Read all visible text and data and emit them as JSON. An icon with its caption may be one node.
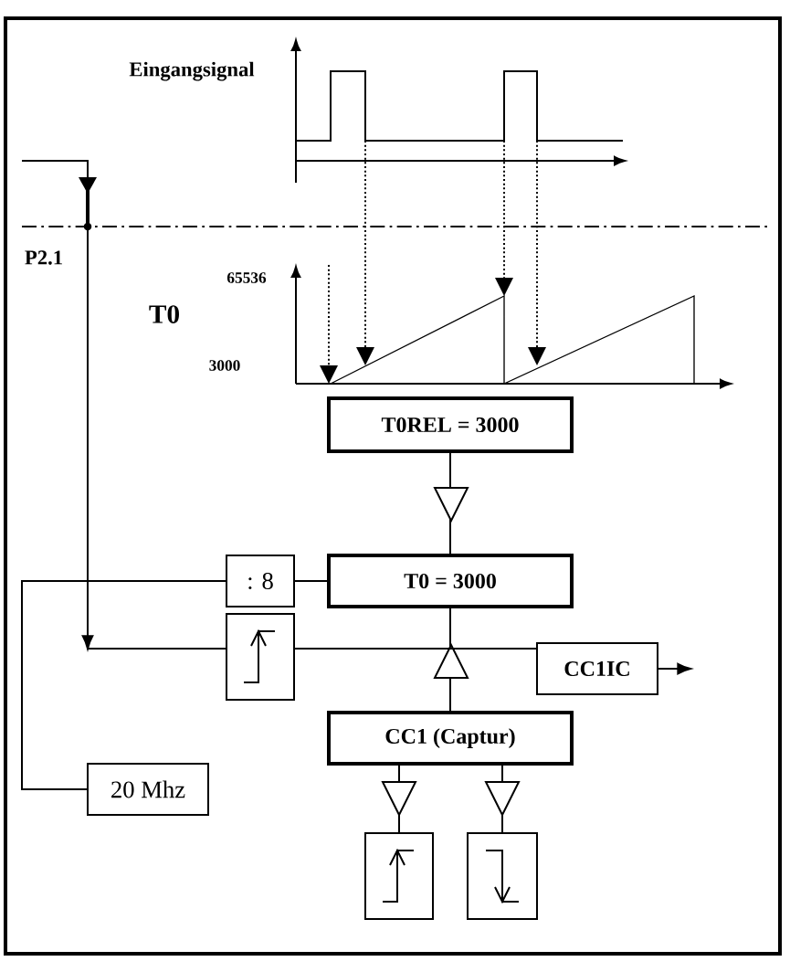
{
  "diagram": {
    "nodes": [
      {
        "text": [
          "T0REL = 3000"
        ]
      },
      {
        "text": [
          "T0 = 3000"
        ]
      },
      {
        "text": [
          ": 8"
        ]
      },
      {
        "text": [],
        "shape": "box"
      },
      {
        "text": [
          "CC1IC"
        ]
      },
      {
        "text": [
          "CC1 (Captur)"
        ]
      },
      {
        "text": [
          "20 Mhz"
        ]
      },
      {
        "text": [],
        "shape": "box"
      },
      {
        "text": [],
        "shape": "box"
      }
    ],
    "edges": [
      {
        "from": 0,
        "to": 1,
        "arrow": "to"
      },
      {
        "from": 5,
        "to": 1,
        "arrow": "to"
      },
      {
        "from": 5,
        "to": 7,
        "arrow": "to"
      },
      {
        "from": 5,
        "to": 8,
        "arrow": "to"
      },
      {
        "from": 2,
        "to": 1,
        "arrow": "none"
      },
      {
        "from": 6,
        "to": 2,
        "arrow": "none"
      },
      {
        "from": 3,
        "to": 4,
        "arrow": "none"
      },
      {
        "from": 4,
        "to": null,
        "arrow": "to"
      },
      {
        "from": 3,
        "to": null,
        "arrow": "to"
      }
    ],
    "labels": [
      "Eingangsignal",
      "P2.1",
      "65536",
      "T0",
      "3000"
    ]
  }
}
